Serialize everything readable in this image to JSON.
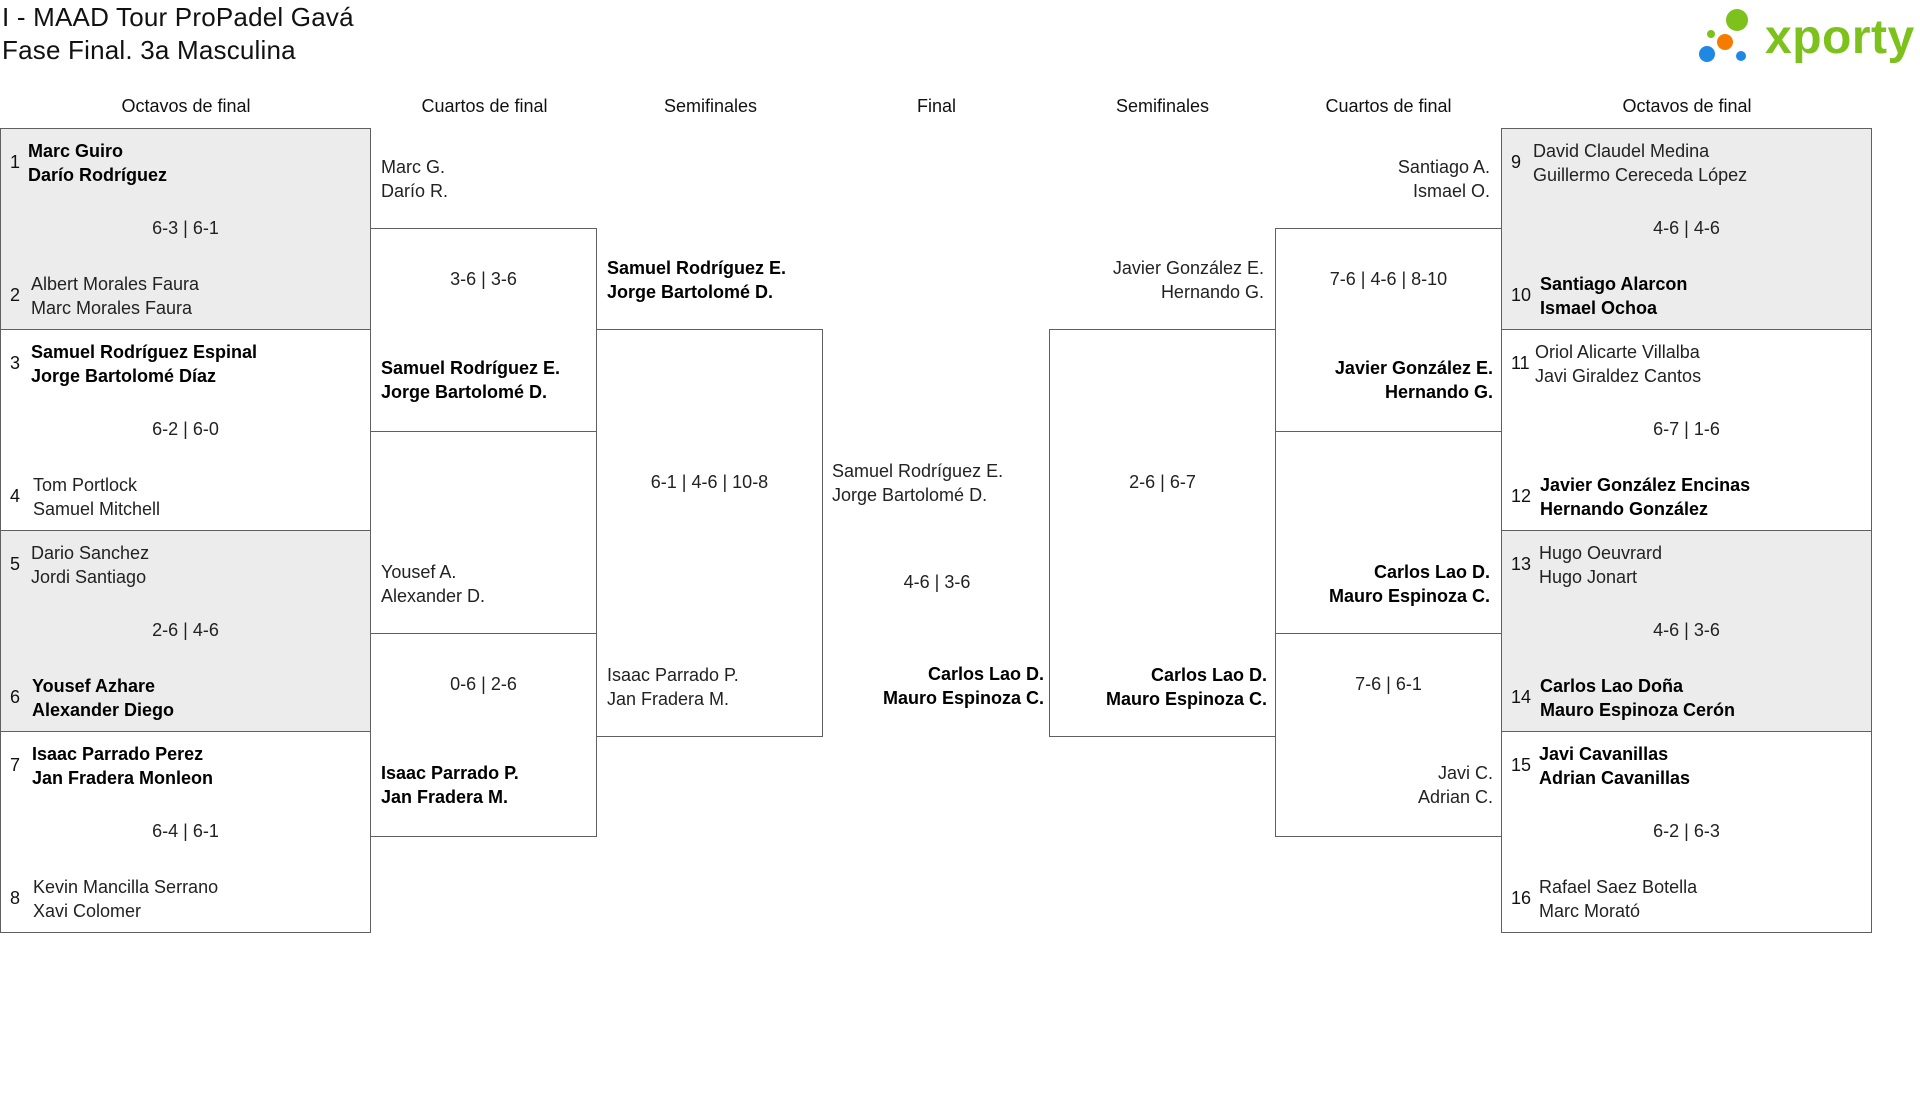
{
  "header": {
    "title_line1": "I - MAAD Tour ProPadel Gavá",
    "title_line2": "Fase Final. 3a Masculina"
  },
  "logo": {
    "text": "xporty",
    "dot_colors": [
      "#7cc11c",
      "#1e88e5",
      "#f57c00",
      "#7cc11c"
    ]
  },
  "rounds": {
    "left_octavos": "Octavos de final",
    "left_cuartos": "Cuartos de final",
    "left_semis": "Semifinales",
    "final": "Final",
    "right_semis": "Semifinales",
    "right_cuartos": "Cuartos de final",
    "right_octavos": "Octavos de final"
  },
  "octavos_left": [
    {
      "seed1": "1",
      "p1a": "Marc Guiro",
      "p1b": "Darío Rodríguez",
      "score": "6-3 | 6-1",
      "seed2": "2",
      "p2a": "Albert Morales Faura",
      "p2b": "Marc Morales Faura"
    },
    {
      "seed1": "3",
      "p1a": "Samuel Rodríguez Espinal",
      "p1b": "Jorge Bartolomé Díaz",
      "score": "6-2 | 6-0",
      "seed2": "4",
      "p2a": "Tom Portlock",
      "p2b": "Samuel Mitchell"
    },
    {
      "seed1": "5",
      "p1a": "Dario Sanchez",
      "p1b": "Jordi Santiago",
      "score": "2-6 | 4-6",
      "seed2": "6",
      "p2a": "Yousef Azhare",
      "p2b": "Alexander Diego"
    },
    {
      "seed1": "7",
      "p1a": "Isaac Parrado Perez",
      "p1b": "Jan Fradera Monleon",
      "score": "6-4 | 6-1",
      "seed2": "8",
      "p2a": "Kevin Mancilla Serrano",
      "p2b": "Xavi Colomer"
    }
  ],
  "octavos_right": [
    {
      "seed1": "9",
      "p1a": "David Claudel Medina",
      "p1b": "Guillermo Cereceda López",
      "score": "4-6 | 4-6",
      "seed2": "10",
      "p2a": "Santiago Alarcon",
      "p2b": "Ismael Ochoa"
    },
    {
      "seed1": "11",
      "p1a": "Oriol Alicarte Villalba",
      "p1b": "Javi Giraldez Cantos",
      "score": "6-7 | 1-6",
      "seed2": "12",
      "p2a": "Javier González Encinas",
      "p2b": "Hernando González"
    },
    {
      "seed1": "13",
      "p1a": "Hugo Oeuvrard",
      "p1b": "Hugo Jonart",
      "score": "4-6 | 3-6",
      "seed2": "14",
      "p2a": "Carlos Lao Doña",
      "p2b": "Mauro Espinoza Cerón"
    },
    {
      "seed1": "15",
      "p1a": "Javi Cavanillas",
      "p1b": "Adrian Cavanillas",
      "score": "6-2 | 6-3",
      "seed2": "16",
      "p2a": "Rafael Saez Botella",
      "p2b": "Marc Morató"
    }
  ],
  "cuartos_left": [
    {
      "p1a": "Marc G.",
      "p1b": "Darío R.",
      "score": "3-6 | 3-6",
      "p2a": "Samuel Rodríguez E.",
      "p2b": "Jorge Bartolomé D."
    },
    {
      "p1a": "Yousef A.",
      "p1b": "Alexander D.",
      "score": "0-6 | 2-6",
      "p2a": "Isaac Parrado P.",
      "p2b": "Jan Fradera M."
    }
  ],
  "cuartos_right": [
    {
      "p1a": "Santiago A.",
      "p1b": "Ismael O.",
      "score": "7-6 | 4-6 | 8-10",
      "p2a": "Javier González E.",
      "p2b": "Hernando G."
    },
    {
      "p1a": "Carlos Lao D.",
      "p1b": "Mauro Espinoza C.",
      "score": "7-6 | 6-1",
      "p2a": "Javi C.",
      "p2b": "Adrian C."
    }
  ],
  "semis_left": {
    "p1a": "Samuel Rodríguez E.",
    "p1b": "Jorge Bartolomé D.",
    "score": "6-1 | 4-6 | 10-8",
    "p2a": "Isaac Parrado P.",
    "p2b": "Jan Fradera M."
  },
  "semis_right": {
    "p1a": "Javier González E.",
    "p1b": "Hernando G.",
    "score": "2-6 | 6-7",
    "p2a": "Carlos Lao D.",
    "p2b": "Mauro Espinoza C."
  },
  "final": {
    "p1a": "Samuel Rodríguez E.",
    "p1b": "Jorge Bartolomé D.",
    "score": "4-6 | 3-6",
    "p2a": "Carlos Lao D.",
    "p2b": "Mauro Espinoza C."
  }
}
